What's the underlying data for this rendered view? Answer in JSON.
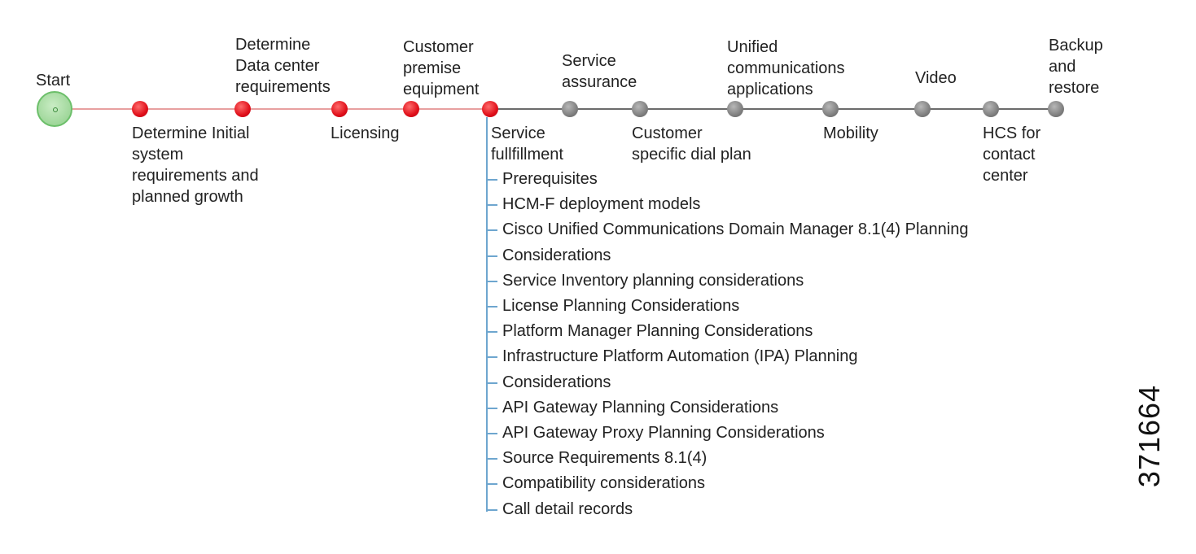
{
  "start_label": "Start",
  "milestones": [
    {
      "label": "Determine Initial\nsystem\nrequirements and\nplanned growth",
      "status": "done"
    },
    {
      "label": "Determine\nData center\nrequirements",
      "status": "done"
    },
    {
      "label": "Licensing",
      "status": "done"
    },
    {
      "label": "Customer\npremise\nequipment",
      "status": "done"
    },
    {
      "label": "Service\nfullfillment",
      "status": "done"
    },
    {
      "label": "Service\nassurance",
      "status": "todo"
    },
    {
      "label": "Customer\nspecific dial plan",
      "status": "todo"
    },
    {
      "label": "Unified\ncommunications\napplications",
      "status": "todo"
    },
    {
      "label": "Mobility",
      "status": "todo"
    },
    {
      "label": "Video",
      "status": "todo"
    },
    {
      "label": "HCS for\ncontact\ncenter",
      "status": "todo"
    },
    {
      "label": "Backup\nand\nrestore",
      "status": "todo"
    }
  ],
  "service_fulfillment_topics": [
    "Prerequisites",
    "HCM-F deployment models",
    "Cisco Unified Communications Domain Manager 8.1(4) Planning",
    "Considerations",
    "Service Inventory planning considerations",
    "License Planning Considerations",
    "Platform Manager Planning Considerations",
    "Infrastructure Platform Automation (IPA) Planning",
    "Considerations",
    "API Gateway Planning Considerations",
    "API Gateway Proxy Planning Considerations",
    "Source Requirements 8.1(4)",
    "Compatibility considerations",
    "Call detail records"
  ],
  "figure_id": "371664",
  "colors": {
    "done": "#e0101a",
    "todo": "#808080",
    "start": "#9fd79a",
    "branch": "#6ea6cf"
  }
}
